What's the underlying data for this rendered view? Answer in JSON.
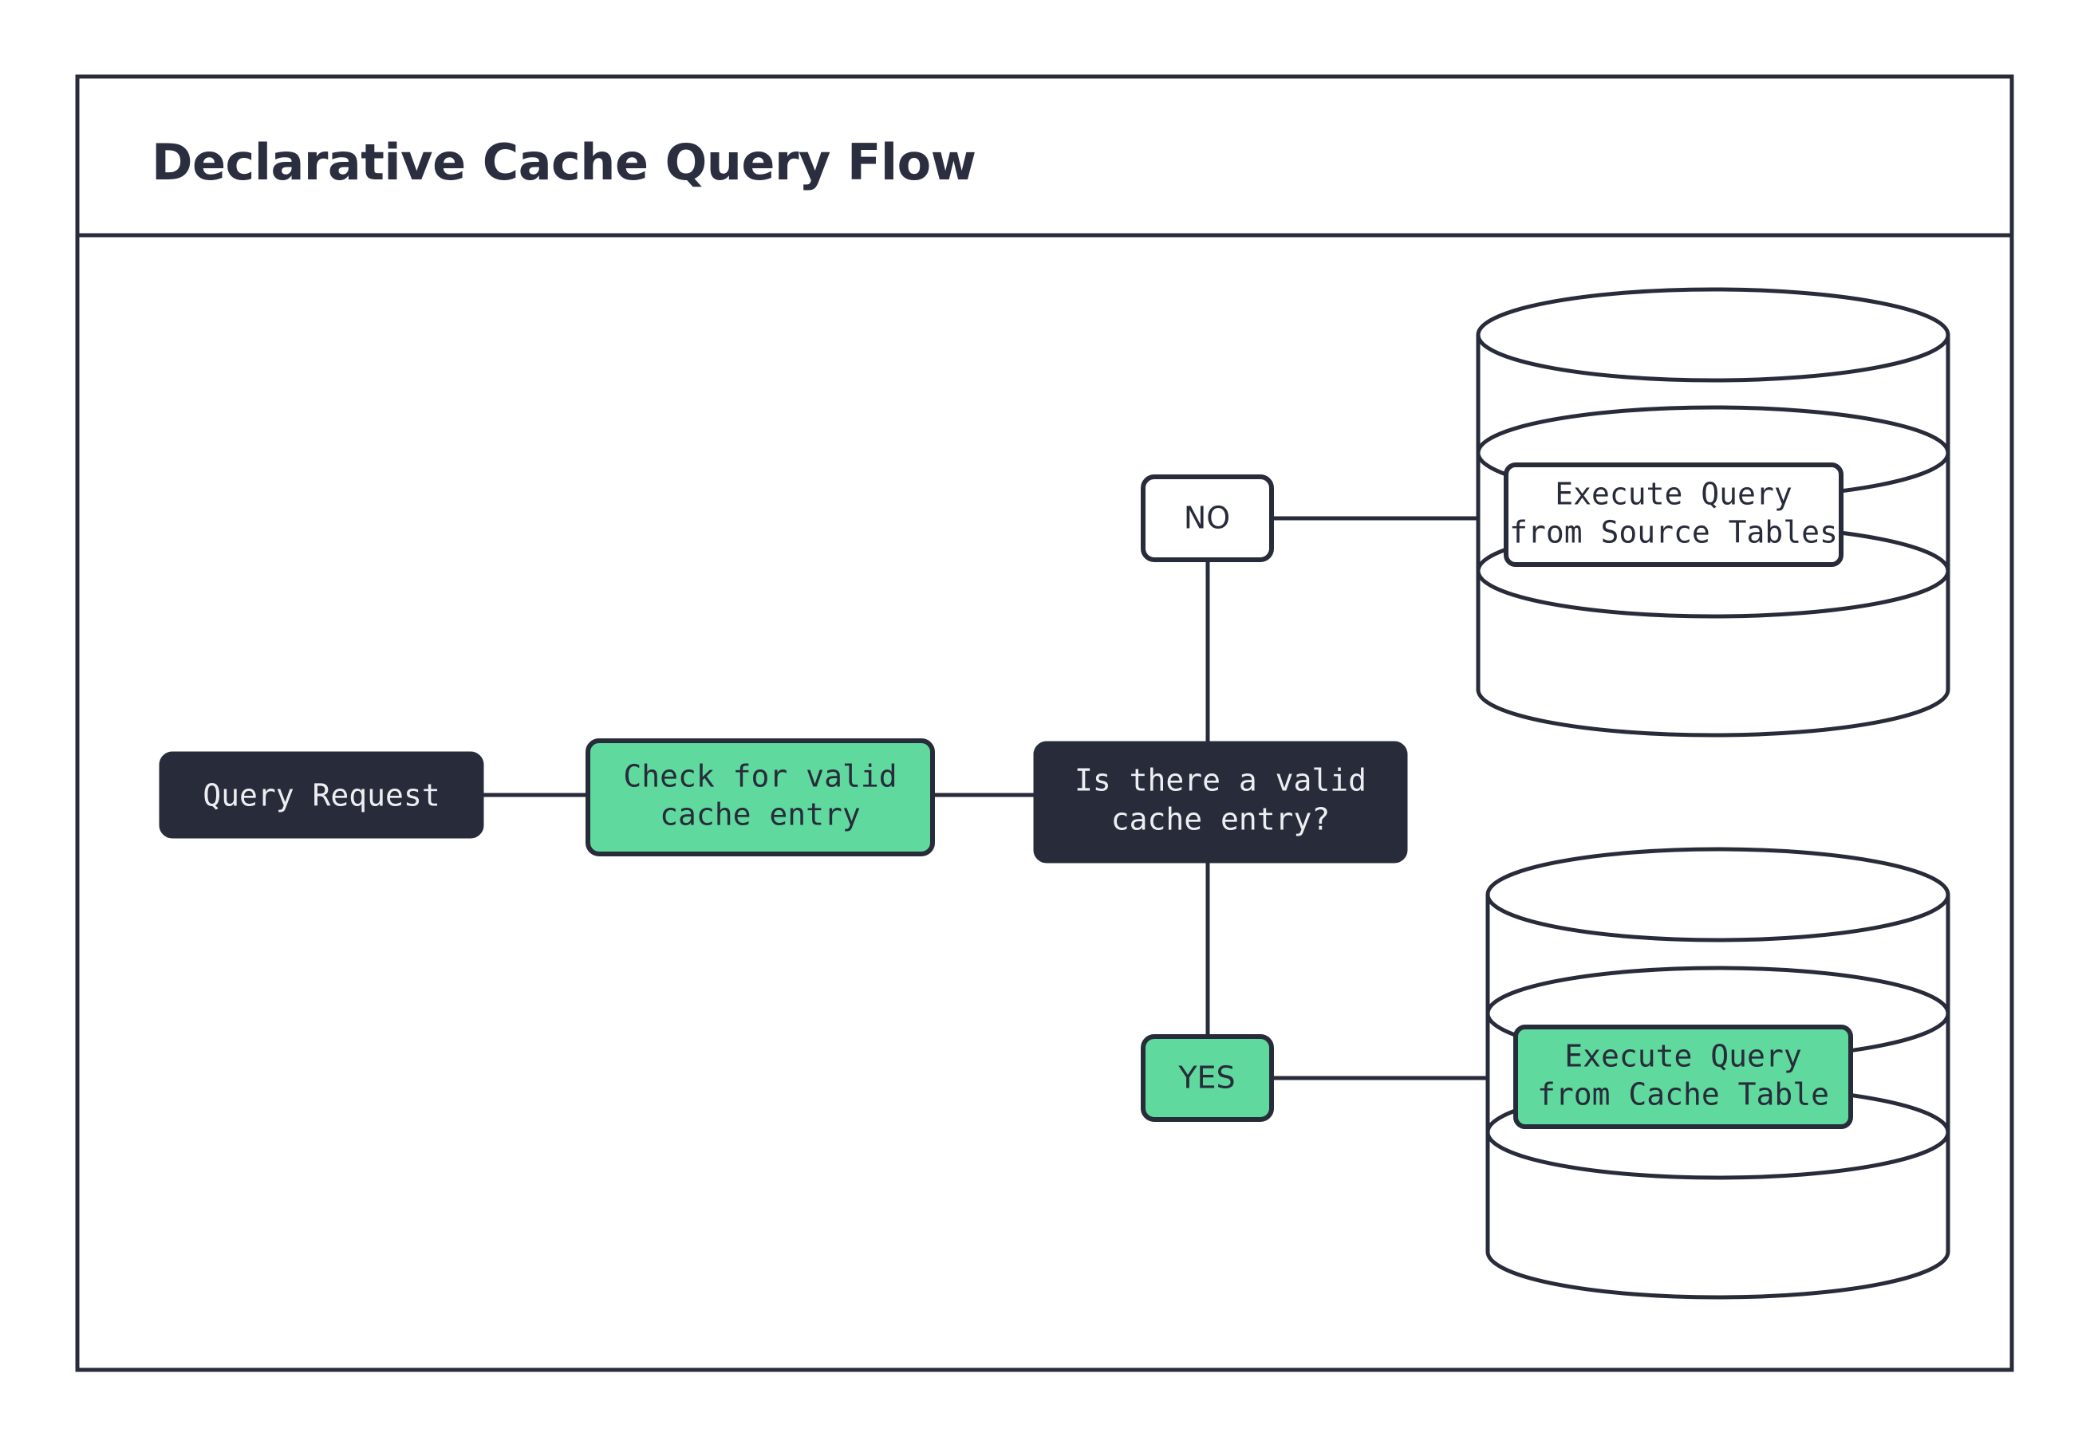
{
  "diagram": {
    "title": "Declarative Cache Query Flow",
    "type": "flowchart",
    "nodes": [
      {
        "id": "query-request",
        "label": "Query Request",
        "shape": "rounded-rect",
        "fill": "#282c3a",
        "text_color": "#ffffff"
      },
      {
        "id": "check-cache",
        "label_line1": "Check for valid",
        "label_line2": "cache entry",
        "shape": "rounded-rect",
        "fill": "#5fd99d",
        "text_color": "#282c3a"
      },
      {
        "id": "decision-valid-cache",
        "label_line1": "Is there a valid",
        "label_line2": "cache entry?",
        "shape": "rounded-rect",
        "fill": "#282c3a",
        "text_color": "#eceef2"
      },
      {
        "id": "branch-no",
        "label": "NO",
        "shape": "rounded-rect",
        "fill": "#ffffff",
        "text_color": "#282c3a"
      },
      {
        "id": "branch-yes",
        "label": "YES",
        "shape": "rounded-rect",
        "fill": "#5fd99d",
        "text_color": "#282c3a"
      },
      {
        "id": "source-tables-db",
        "label_line1": "Execute Query",
        "label_line2": "from Source Tables",
        "shape": "database-cylinder",
        "fill": "#ffffff",
        "text_color": "#282c3a"
      },
      {
        "id": "cache-table-db",
        "label_line1": "Execute Query",
        "label_line2": "from Cache Table",
        "shape": "database-cylinder",
        "fill": "#5fd99d",
        "text_color": "#282c3a"
      }
    ],
    "edges": [
      {
        "from": "query-request",
        "to": "check-cache"
      },
      {
        "from": "check-cache",
        "to": "decision-valid-cache"
      },
      {
        "from": "decision-valid-cache",
        "to": "branch-no"
      },
      {
        "from": "branch-no",
        "to": "source-tables-db"
      },
      {
        "from": "decision-valid-cache",
        "to": "branch-yes"
      },
      {
        "from": "branch-yes",
        "to": "cache-table-db"
      }
    ],
    "colors": {
      "accent_green": "#5fd99d",
      "dark_navy": "#282c3a",
      "background": "#ffffff",
      "stroke": "#282c3a"
    }
  }
}
